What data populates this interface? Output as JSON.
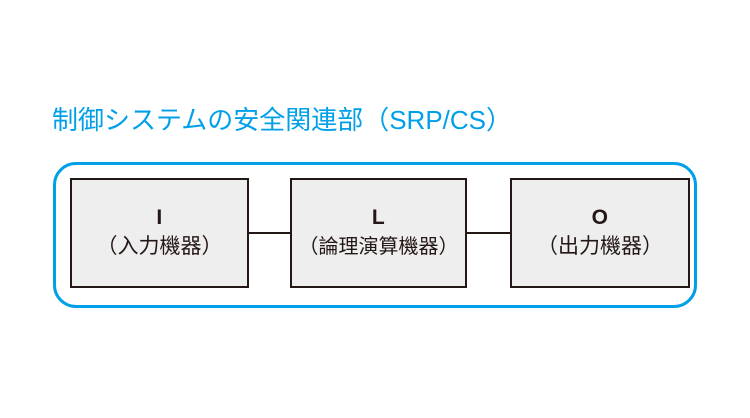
{
  "diagram": {
    "title": "制御システムの安全関連部（SRP/CS）",
    "title_color": "#00a0e9",
    "container_border_color": "#00a0e9",
    "box_fill_color": "#eeeeee",
    "box_border_color": "#231815",
    "text_color": "#231815",
    "background_color": "#ffffff",
    "blocks": [
      {
        "code": "I",
        "label": "（入力機器）"
      },
      {
        "code": "L",
        "label": "（論理演算機器）"
      },
      {
        "code": "O",
        "label": "（出力機器）"
      }
    ],
    "connectors": [
      {
        "from": "I",
        "to": "L"
      },
      {
        "from": "L",
        "to": "O"
      }
    ]
  }
}
